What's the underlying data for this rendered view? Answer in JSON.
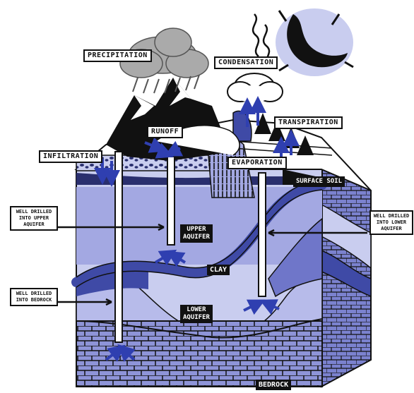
{
  "labels": {
    "precipitation": "PRECIPITATION",
    "condensation": "CONDENSATION",
    "transpiration": "TRANSPIRATION",
    "runoff": "RUNOFF",
    "infiltration": "INFILTRATION",
    "evaporation": "EVAPORATION",
    "surface_soil": "SURFACE SOIL",
    "upper_aquifer": "UPPER\nAQUIFER",
    "lower_aquifer": "LOWER\nAQUIFER",
    "clay": "CLAY",
    "bedrock": "BEDROCK",
    "well_upper": "WELL DRILLED\nINTO UPPER\nAQUIFER",
    "well_lower": "WELL DRILLED\nINTO LOWER\nAQUIFER",
    "well_bedrock": "WELL DRILLED\nINTO BEDROCK"
  },
  "colors": {
    "outline": "#111111",
    "layer_light": "#c9cdef",
    "layer_mid": "#a3a8e2",
    "layer_dark": "#6f76c9",
    "clay": "#3f4aa6",
    "arrow_blue": "#2f3fb0",
    "bedrock_block": "#8e94d8",
    "cloud_gray": "#aaaaaa"
  }
}
